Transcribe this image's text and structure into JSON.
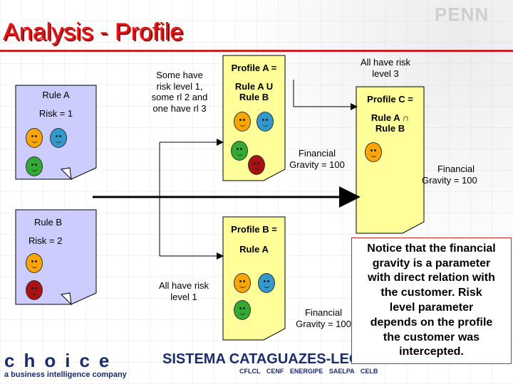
{
  "title": "Analysis - Profile",
  "colors": {
    "title_red": "#ee1111",
    "note_lavender": "#ccccff",
    "note_yellow": "#ffff99",
    "face_orange": "#ffa500",
    "face_blue": "#3399cc",
    "face_green": "#33aa33",
    "face_red": "#aa1111",
    "notice_border": "#cc2222",
    "brand_navy": "#1b2c6b"
  },
  "notes": {
    "rule_a": {
      "rule": "Rule A",
      "risk": "Risk = 1",
      "faces": [
        "orange",
        "blue",
        "green"
      ]
    },
    "rule_b": {
      "rule": "Rule B",
      "risk": "Risk = 2",
      "faces": [
        "orange",
        "red"
      ]
    },
    "profile_a": {
      "title": "Profile A =",
      "expr_line1": "Rule A U",
      "expr_line2": "Rule B",
      "faces": [
        "orange",
        "blue",
        "green",
        "red"
      ]
    },
    "profile_b": {
      "title": "Profile B =",
      "expr": "Rule A",
      "faces": [
        "orange",
        "blue",
        "green"
      ]
    },
    "profile_c": {
      "title": "Profile C =",
      "expr_line1": "Rule A ∩",
      "expr_line2": "Rule B",
      "faces": [
        "orange"
      ]
    }
  },
  "labels": {
    "some_have": [
      "Some have",
      "risk level 1,",
      "some rl 2 and",
      "one have rl 3"
    ],
    "all_have_3": [
      "All have risk",
      "level 3"
    ],
    "all_have_1": [
      "All have risk",
      "level 1"
    ],
    "financial_a": [
      "Financial",
      "Gravity = 100"
    ],
    "financial_b": [
      "Financial",
      "Gravity = 100"
    ],
    "financial_c": [
      "Financial",
      "Gravity = 100"
    ]
  },
  "notice": [
    "Notice that the financial",
    "gravity is a parameter",
    "with direct relation with",
    "the customer. Risk",
    "level parameter",
    "depends on the profile",
    "the customer was",
    "intercepted."
  ],
  "footer": {
    "logo_letters": "choice",
    "logo_tagline": "a business intelligence company",
    "sistema": "SISTEMA CATAGUAZES-LEOPOLDINA",
    "companies": "CFLCL CENF ENERGIPE SAELPA CELB"
  },
  "watermark": "PENN"
}
